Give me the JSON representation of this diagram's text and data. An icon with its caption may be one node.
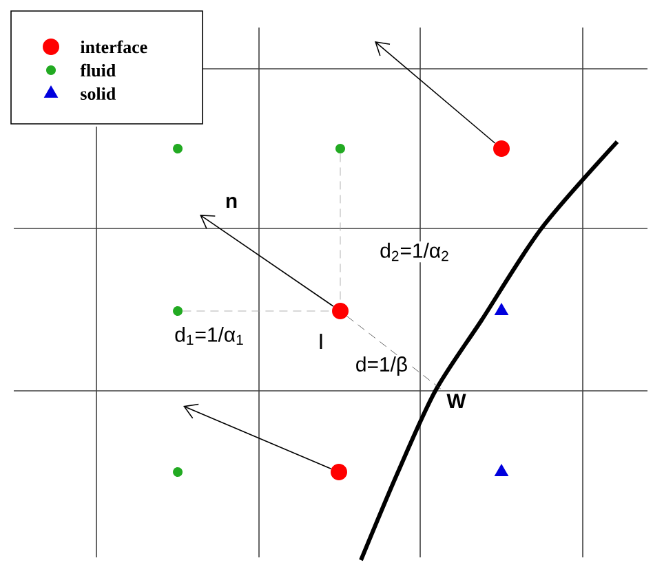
{
  "diagram": {
    "nodes": [
      {
        "text": [],
        "shape": "circle"
      },
      {
        "text": [],
        "shape": "circle"
      },
      {
        "text": [],
        "shape": "circle"
      },
      {
        "text": [],
        "shape": "circle"
      },
      {
        "text": [],
        "shape": "circle",
        "beside": [
          "I"
        ]
      },
      {
        "text": [],
        "shape": "triangle"
      },
      {
        "text": [
          "W"
        ]
      },
      {
        "text": [],
        "shape": "circle"
      },
      {
        "text": [],
        "shape": "circle"
      },
      {
        "text": [],
        "shape": "triangle"
      }
    ],
    "edges": [
      {
        "from": 2,
        "to": null,
        "arrow": "to"
      },
      {
        "from": 4,
        "to": null,
        "arrow": "to",
        "label": "n"
      },
      {
        "from": 3,
        "to": 4,
        "arrow": "none",
        "style": "dashed",
        "color": "#a0a0a0",
        "label": "d$_{1}$=1/α$_{1}$"
      },
      {
        "from": 1,
        "to": 4,
        "arrow": "none",
        "style": "dashed",
        "color": "#a0a0a0",
        "label": "d$_{2}$=1/α$_{2}$"
      },
      {
        "from": 4,
        "to": 6,
        "arrow": "none",
        "style": "dashed",
        "color": "#404040",
        "label": "d=1/β"
      },
      {
        "from": 8,
        "to": null,
        "arrow": "to"
      }
    ],
    "legend": [
      {
        "text": "interface",
        "color": "#ff0000"
      },
      {
        "text": "fluid",
        "color": "#22aa22"
      },
      {
        "text": "solid",
        "color": "#0000dd"
      }
    ]
  }
}
